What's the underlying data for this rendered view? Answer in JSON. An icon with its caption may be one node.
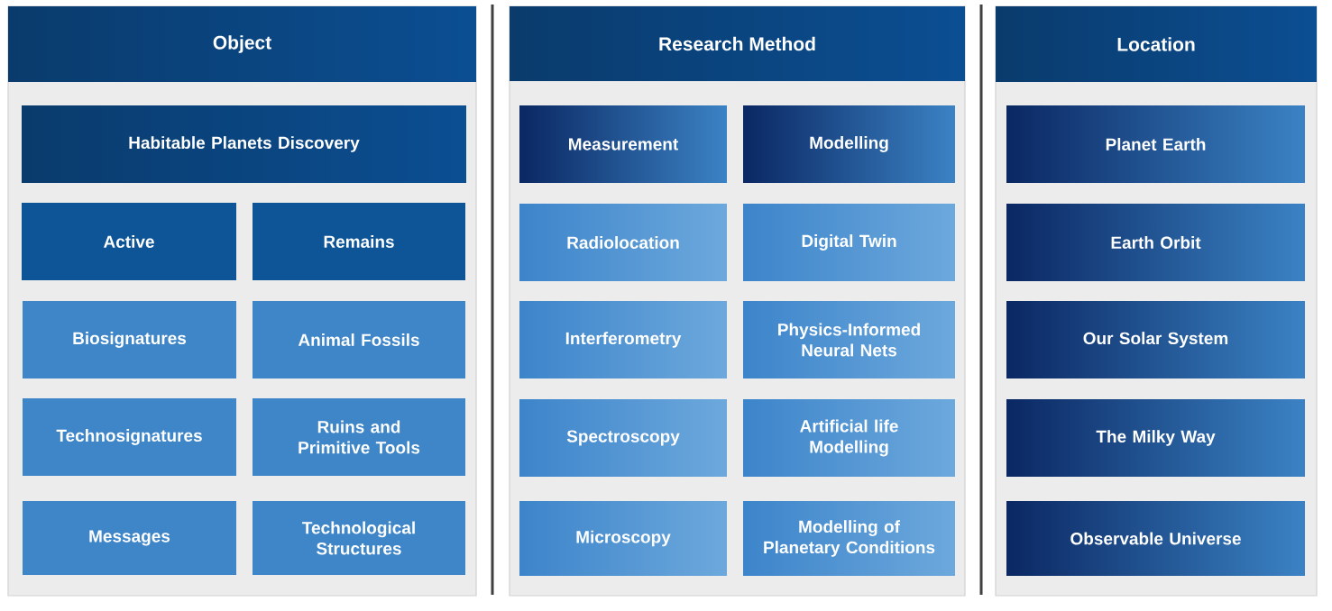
{
  "diagram": {
    "nodes": [
      {
        "text": [
          "Object"
        ]
      },
      {
        "text": [
          "Habitable Planets Discovery"
        ],
        "in": 0
      },
      {
        "text": [
          "Active"
        ],
        "in": 0
      },
      {
        "text": [
          "Remains"
        ],
        "in": 0
      },
      {
        "text": [
          "Biosignatures"
        ],
        "in": 0
      },
      {
        "text": [
          "Animal Fossils"
        ],
        "in": 0
      },
      {
        "text": [
          "Technosignatures"
        ],
        "in": 0
      },
      {
        "text": [
          "Ruins and Primitive Tools"
        ],
        "in": 0
      },
      {
        "text": [
          "Messages"
        ],
        "in": 0
      },
      {
        "text": [
          "Technological Structures"
        ],
        "in": 0
      },
      {
        "text": [
          "Research Method"
        ]
      },
      {
        "text": [
          "Measurement"
        ],
        "in": 10
      },
      {
        "text": [
          "Modelling"
        ],
        "in": 10
      },
      {
        "text": [
          "Radiolocation"
        ],
        "in": 10
      },
      {
        "text": [
          "Digital Twin"
        ],
        "in": 10
      },
      {
        "text": [
          "Interferometry"
        ],
        "in": 10
      },
      {
        "text": [
          "Physics-Informed Neural Nets"
        ],
        "in": 10
      },
      {
        "text": [
          "Spectroscopy"
        ],
        "in": 10
      },
      {
        "text": [
          "Artificial life Modelling"
        ],
        "in": 10
      },
      {
        "text": [
          "Microscopy"
        ],
        "in": 10
      },
      {
        "text": [
          "Modelling of Planetary Conditions"
        ],
        "in": 10
      },
      {
        "text": [
          "Location"
        ]
      },
      {
        "text": [
          "Planet Earth"
        ],
        "in": 21
      },
      {
        "text": [
          "Earth Orbit"
        ],
        "in": 21
      },
      {
        "text": [
          "Our Solar System"
        ],
        "in": 21
      },
      {
        "text": [
          "The Milky Way"
        ],
        "in": 21
      },
      {
        "text": [
          "Observable Universe"
        ],
        "in": 21
      }
    ]
  }
}
